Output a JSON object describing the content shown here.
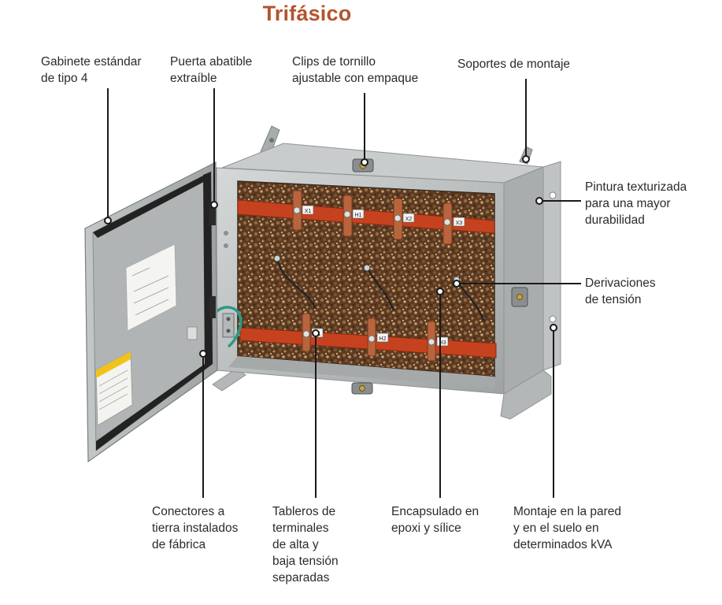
{
  "title": "Trifásico",
  "labels": {
    "cabinet": [
      "Gabinete estándar",
      "de tipo 4"
    ],
    "door": [
      "Puerta abatible",
      "extraíble"
    ],
    "clips": [
      "Clips de tornillo",
      "ajustable con empaque"
    ],
    "brackets": [
      "Soportes de montaje"
    ],
    "paint": [
      "Pintura texturizada",
      "para una mayor",
      "durabilidad"
    ],
    "taps": [
      "Derivaciones",
      "de tensión"
    ],
    "ground": [
      "Conectores a",
      "tierra instalados",
      "de fábrica"
    ],
    "boards": [
      "Tableros de",
      "terminales",
      "de alta y",
      "baja tensión",
      "separadas"
    ],
    "epoxy": [
      "Encapsulado en",
      "epoxi y sílice"
    ],
    "mount": [
      "Montaje en la pared",
      "y en el suelo en",
      "determinados kVA"
    ]
  },
  "terminals": {
    "top": [
      "X1",
      "H1",
      "X2",
      "X3"
    ],
    "bottom": [
      "H1",
      "H2",
      "H3"
    ]
  },
  "colors": {
    "title": "#b4532f",
    "bus_bar": "#c6421f",
    "enclosure": "#b9bcbc",
    "fill": "#6b4a2e",
    "leader": "#1a1a1a"
  }
}
